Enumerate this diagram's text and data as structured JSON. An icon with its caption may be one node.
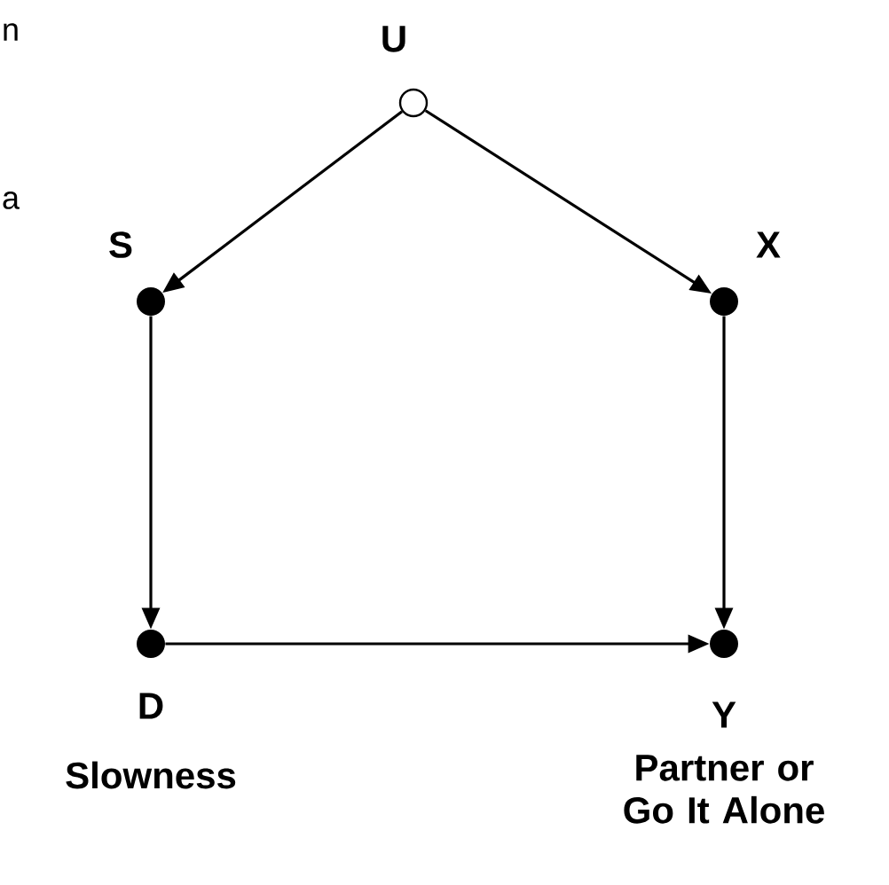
{
  "diagram": {
    "nodes": [
      {
        "text": [],
        "shape": "circle",
        "beside": [
          "U"
        ]
      },
      {
        "text": [],
        "shape": "dot",
        "beside": [
          "S"
        ]
      },
      {
        "text": [],
        "shape": "dot",
        "beside": [
          "X"
        ]
      },
      {
        "text": [],
        "shape": "dot",
        "beside": [
          "D",
          "Slowness"
        ]
      },
      {
        "text": [],
        "shape": "dot",
        "beside": [
          "Y",
          "Partner or Go It Alone"
        ]
      }
    ],
    "edges": [
      {
        "from": 0,
        "to": 1,
        "arrow": "to"
      },
      {
        "from": 0,
        "to": 2,
        "arrow": "to"
      },
      {
        "from": 1,
        "to": 3,
        "arrow": "to"
      },
      {
        "from": 2,
        "to": 4,
        "arrow": "to"
      },
      {
        "from": 3,
        "to": 4,
        "arrow": "to"
      }
    ],
    "labels": [
      "n",
      "a"
    ]
  }
}
